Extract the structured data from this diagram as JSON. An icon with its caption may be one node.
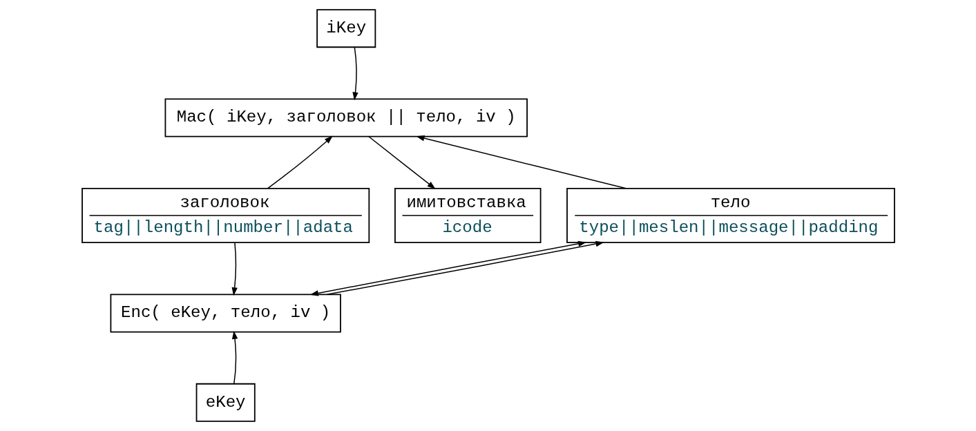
{
  "diagram": {
    "nodes": [
      {
        "text": [
          "iKey"
        ]
      },
      {
        "text": [
          "Mac( iKey, заголовок || тело, iv )"
        ]
      },
      {
        "text": [
          "заголовок",
          "tag||length||number||adata"
        ]
      },
      {
        "text": [
          "тело",
          "type||meslen||message||padding"
        ]
      },
      {
        "text": [
          "имитовставка",
          "icode"
        ]
      },
      {
        "text": [
          "Enc( eKey, тело, iv )"
        ]
      },
      {
        "text": [
          "eKey"
        ]
      }
    ],
    "edges": [
      {
        "from": 0,
        "to": 1,
        "arrow": "to"
      },
      {
        "from": 2,
        "to": 1,
        "arrow": "to"
      },
      {
        "from": 3,
        "to": 1,
        "arrow": "to"
      },
      {
        "from": 1,
        "to": 4,
        "arrow": "to"
      },
      {
        "from": 2,
        "to": 5,
        "arrow": "to"
      },
      {
        "from": 3,
        "to": 5,
        "arrow": "both"
      },
      {
        "from": 5,
        "to": 3,
        "arrow": "to"
      },
      {
        "from": 6,
        "to": 5,
        "arrow": "to"
      }
    ]
  }
}
